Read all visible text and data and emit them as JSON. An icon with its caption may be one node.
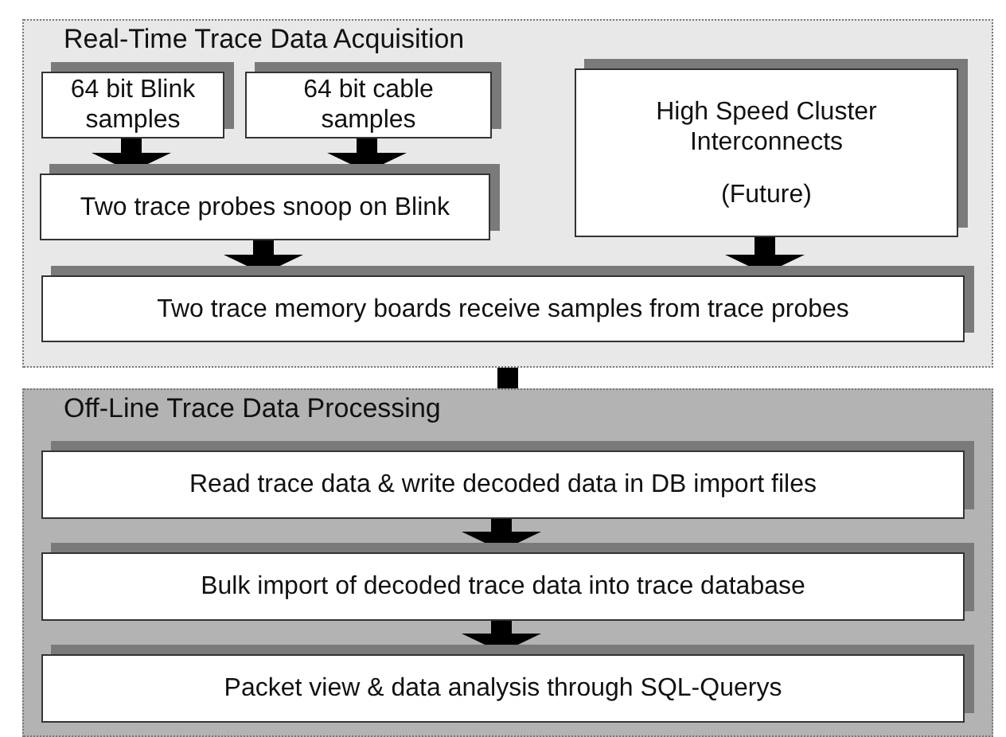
{
  "diagram": {
    "nodes": [
      {
        "text": [
          "Real-Time Trace Data Acquisition"
        ]
      },
      {
        "text": [
          "64 bit Blink samples"
        ],
        "in": 0
      },
      {
        "text": [
          "64 bit cable samples"
        ],
        "in": 0
      },
      {
        "text": [
          "Two trace probes snoop on Blink"
        ],
        "in": 0
      },
      {
        "text": [
          "High Speed Cluster Interconnects",
          "(Future)"
        ],
        "in": 0
      },
      {
        "text": [
          "Two trace memory boards receive samples from trace probes"
        ],
        "in": 0
      },
      {
        "text": [
          "Off-Line Trace Data Processing"
        ]
      },
      {
        "text": [
          "Read trace data & write decoded data in DB import files"
        ],
        "in": 6
      },
      {
        "text": [
          "Bulk import of decoded trace data into trace database"
        ],
        "in": 6
      },
      {
        "text": [
          "Packet view & data analysis through SQL-Querys"
        ],
        "in": 6
      }
    ],
    "edges": [
      {
        "from": 1,
        "to": 3,
        "arrow": "to"
      },
      {
        "from": 2,
        "to": 3,
        "arrow": "to"
      },
      {
        "from": 3,
        "to": 5,
        "arrow": "to"
      },
      {
        "from": 4,
        "to": 5,
        "arrow": "to"
      },
      {
        "from": 0,
        "to": 6,
        "arrow": "none"
      },
      {
        "from": 7,
        "to": 8,
        "arrow": "to"
      },
      {
        "from": 8,
        "to": 9,
        "arrow": "to"
      }
    ]
  }
}
